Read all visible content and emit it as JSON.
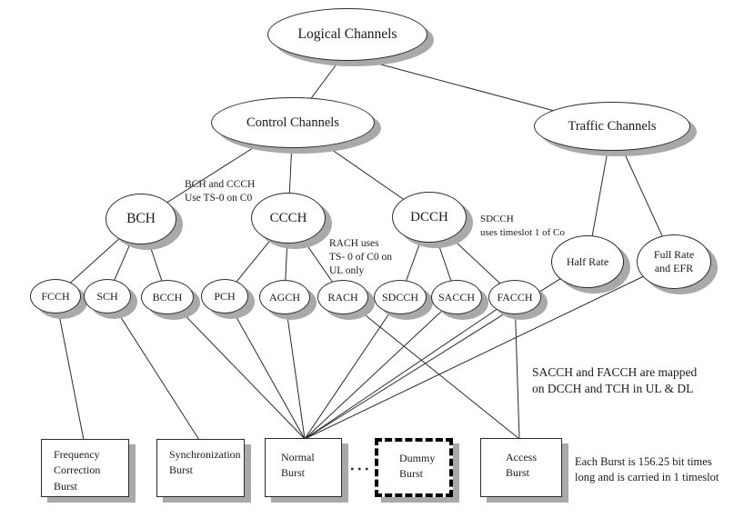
{
  "diagram": {
    "subject": "Logical Channels hierarchy"
  },
  "colors": {
    "background": "#ffffff",
    "node_fill": "#ffffff",
    "node_border": "#2b2b2b",
    "shadow": "#a9a9a9",
    "line": "#2a2a2a",
    "text": "#1a1a1a"
  },
  "nodes": [
    {
      "id": "logical",
      "label": "Logical Channels",
      "shape": "ellipse"
    },
    {
      "id": "control",
      "label": "Control Channels",
      "shape": "ellipse"
    },
    {
      "id": "traffic",
      "label": "Traffic Channels",
      "shape": "ellipse"
    },
    {
      "id": "bch",
      "label": "BCH",
      "shape": "ellipse"
    },
    {
      "id": "ccch",
      "label": "CCCH",
      "shape": "ellipse"
    },
    {
      "id": "dcch",
      "label": "DCCH",
      "shape": "ellipse"
    },
    {
      "id": "half_rate",
      "label": "Half Rate",
      "shape": "ellipse"
    },
    {
      "id": "full_rate",
      "label": "Full Rate\nand EFR",
      "shape": "ellipse"
    },
    {
      "id": "fcch",
      "label": "FCCH",
      "shape": "ellipse"
    },
    {
      "id": "sch",
      "label": "SCH",
      "shape": "ellipse"
    },
    {
      "id": "bcch",
      "label": "BCCH",
      "shape": "ellipse"
    },
    {
      "id": "pch",
      "label": "PCH",
      "shape": "ellipse"
    },
    {
      "id": "agch",
      "label": "AGCH",
      "shape": "ellipse"
    },
    {
      "id": "rach",
      "label": "RACH",
      "shape": "ellipse"
    },
    {
      "id": "sdcch",
      "label": "SDCCH",
      "shape": "ellipse"
    },
    {
      "id": "sacch",
      "label": "SACCH",
      "shape": "ellipse"
    },
    {
      "id": "facch",
      "label": "FACCH",
      "shape": "ellipse"
    },
    {
      "id": "freq_burst",
      "label": "Frequency\nCorrection\nBurst",
      "shape": "rect"
    },
    {
      "id": "sync_burst",
      "label": "Synchronization\nBurst",
      "shape": "rect"
    },
    {
      "id": "normal_burst",
      "label": "Normal\nBurst",
      "shape": "rect"
    },
    {
      "id": "dummy_burst",
      "label": "Dummy\nBurst",
      "shape": "rect-dashed"
    },
    {
      "id": "access_burst",
      "label": "Access\nBurst",
      "shape": "rect"
    }
  ],
  "edges": [
    [
      "logical",
      "control"
    ],
    [
      "logical",
      "traffic"
    ],
    [
      "control",
      "bch"
    ],
    [
      "control",
      "ccch"
    ],
    [
      "control",
      "dcch"
    ],
    [
      "traffic",
      "half_rate"
    ],
    [
      "traffic",
      "full_rate"
    ],
    [
      "bch",
      "fcch"
    ],
    [
      "bch",
      "sch"
    ],
    [
      "bch",
      "bcch"
    ],
    [
      "ccch",
      "pch"
    ],
    [
      "ccch",
      "agch"
    ],
    [
      "ccch",
      "rach"
    ],
    [
      "dcch",
      "sdcch"
    ],
    [
      "dcch",
      "sacch"
    ],
    [
      "dcch",
      "facch"
    ],
    [
      "fcch",
      "freq_burst"
    ],
    [
      "sch",
      "sync_burst"
    ],
    [
      "bcch",
      "normal_burst"
    ],
    [
      "pch",
      "normal_burst"
    ],
    [
      "agch",
      "normal_burst"
    ],
    [
      "sdcch",
      "normal_burst"
    ],
    [
      "sacch",
      "normal_burst"
    ],
    [
      "facch",
      "normal_burst"
    ],
    [
      "half_rate",
      "normal_burst"
    ],
    [
      "full_rate",
      "normal_burst"
    ],
    [
      "rach",
      "access_burst"
    ],
    [
      "facch",
      "access_burst"
    ]
  ],
  "dotted_edge": {
    "from": "normal_burst",
    "to": "dummy_burst"
  },
  "annotations": [
    {
      "id": "bch_ccch_note",
      "text": "BCH and CCCH\nUse TS-0 on C0"
    },
    {
      "id": "rach_note",
      "text": "RACH uses\nTS- 0 of C0 on\nUL only"
    },
    {
      "id": "sdcch_note",
      "text": "SDCCH\nuses timeslot 1 of Co"
    },
    {
      "id": "sacch_facch_note",
      "text": "SACCH and FACCH are mapped\non DCCH and TCH in UL & DL"
    },
    {
      "id": "burst_note",
      "text": "Each Burst is 156.25 bit times\nlong and is carried in 1 timeslot"
    }
  ]
}
